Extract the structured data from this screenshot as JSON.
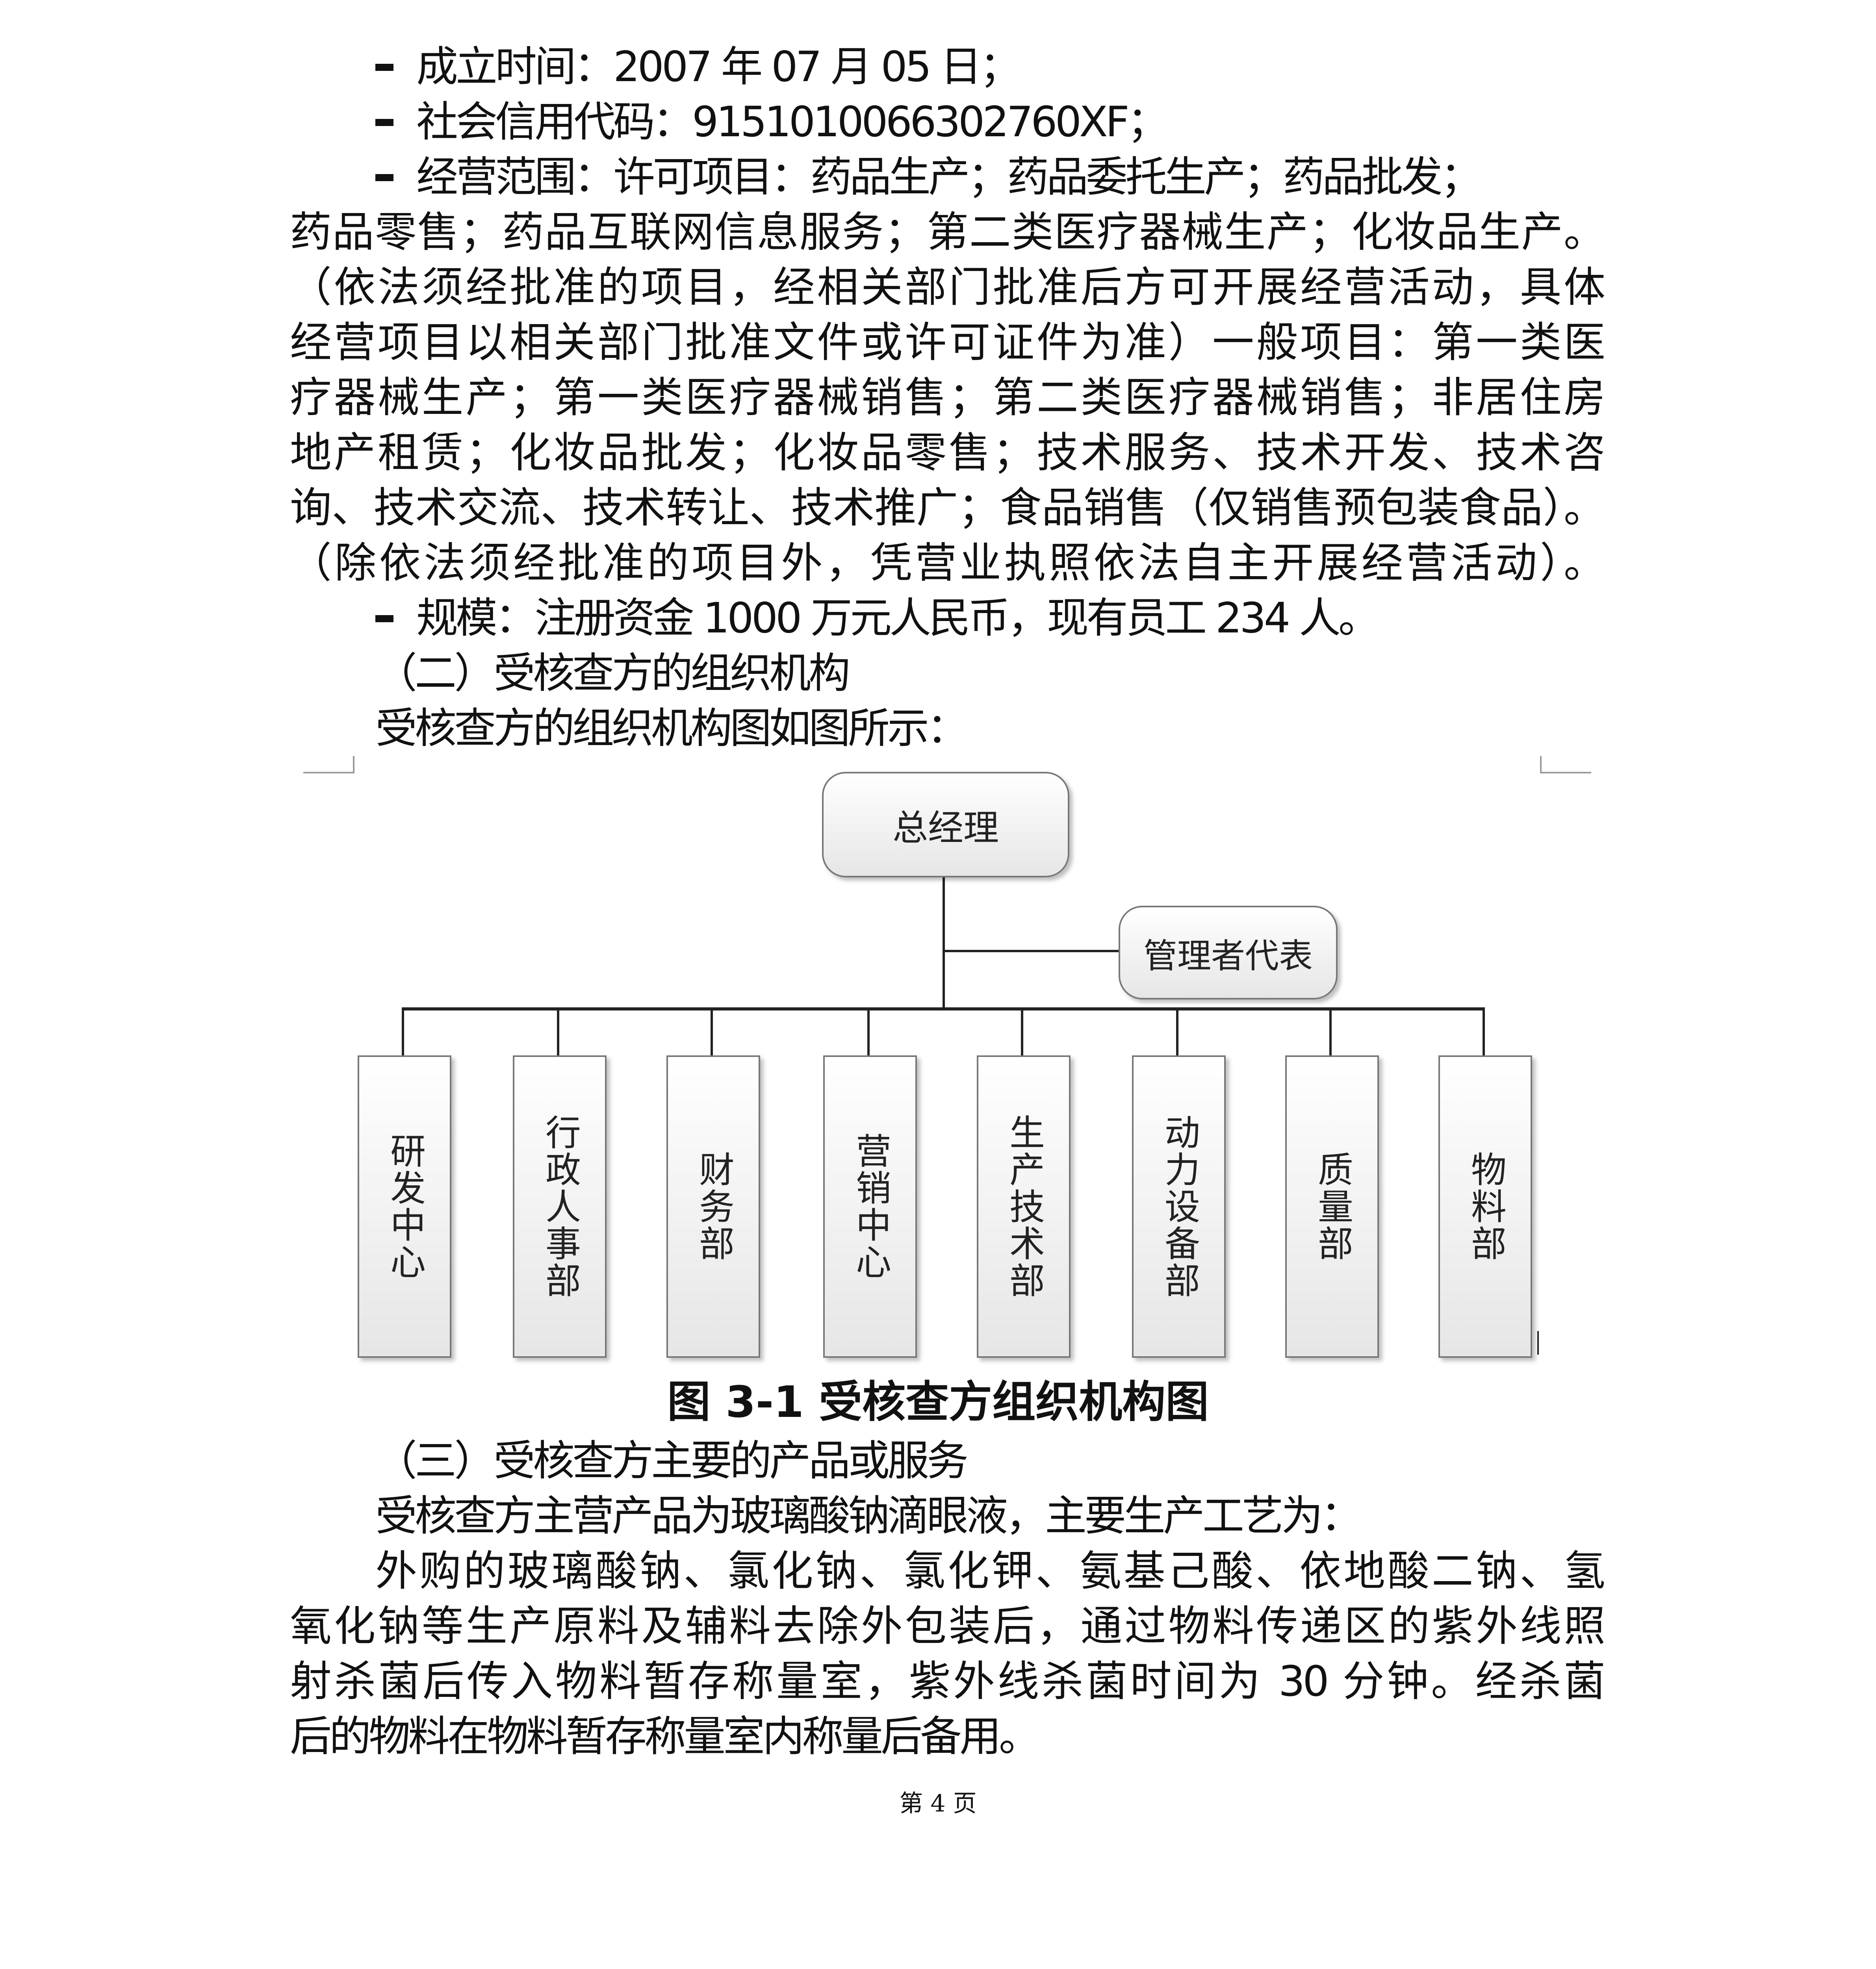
{
  "bullets": {
    "founded": "成立时间：2007 年 07 月 05 日；",
    "credit_code": "社会信用代码：9151010066302760XF；",
    "scope_first": "经营范围：许可项目：药品生产；药品委托生产；药品批发；",
    "scale": "规模：注册资金 1000 万元人民币，现有员工 234 人。"
  },
  "scope_lines": [
    "药品零售；药品互联网信息服务；第二类医疗器械生产；化妆品生产。",
    "（依法须经批准的项目，经相关部门批准后方可开展经营活动，具体",
    "经营项目以相关部门批准文件或许可证件为准）一般项目：第一类医",
    "疗器械生产；第一类医疗器械销售；第二类医疗器械销售；非居住房",
    "地产租赁；化妆品批发；化妆品零售；技术服务、技术开发、技术咨",
    "询、技术交流、技术转让、技术推广；食品销售（仅销售预包装食品）。",
    "（除依法须经批准的项目外，凭营业执照依法自主开展经营活动）。"
  ],
  "section2": {
    "heading": "（二）受核查方的组织机构",
    "intro": "受核查方的组织机构图如图所示："
  },
  "org_chart": {
    "top": "总经理",
    "side": "管理者代表",
    "departments": [
      "研发中心",
      "行政人事部",
      "财务部",
      "营销中心",
      "生产技术部",
      "动力设备部",
      "质量部",
      "物料部"
    ]
  },
  "caption": "图 3-1  受核查方组织机构图",
  "section3": {
    "heading": "（三）受核查方主要的产品或服务",
    "intro": "受核查方主营产品为玻璃酸钠滴眼液，主要生产工艺为：",
    "para_first": "外购的玻璃酸钠、氯化钠、氯化钾、氨基己酸、依地酸二钠、氢",
    "para_lines": [
      "氧化钠等生产原料及辅料去除外包装后，通过物料传递区的紫外线照",
      "射杀菌后传入物料暂存称量室，紫外线杀菌时间为 30 分钟。经杀菌"
    ],
    "para_last": "后的物料在物料暂存称量室内称量后备用。"
  },
  "footer": "第  4  页"
}
